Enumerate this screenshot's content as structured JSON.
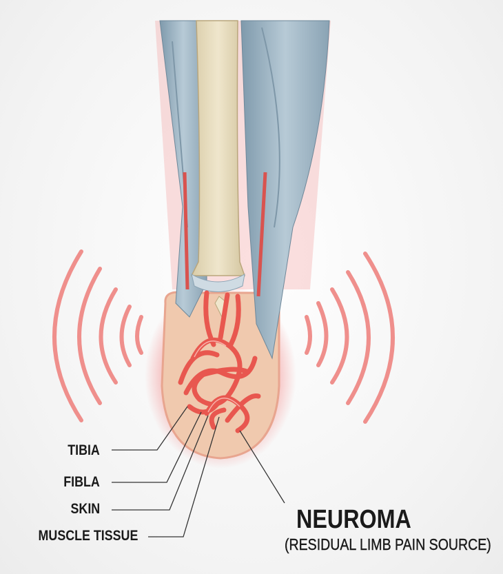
{
  "labels": {
    "tibia": "TIBIA",
    "fibla": "FIBLA",
    "skin": "SKIN",
    "muscle_tissue": "MUSCLE TISSUE",
    "neuroma": "NEUROMA",
    "neuroma_subtitle": "(RESIDUAL LIMB PAIN SOURCE)"
  },
  "colors": {
    "muscle": "#9fb6c4",
    "bone": "#e6dcc0",
    "skin": "#f2cdb4",
    "nerve": "#e8574f",
    "pain_waves": "#ef8f8c",
    "text": "#1a1a1a"
  }
}
